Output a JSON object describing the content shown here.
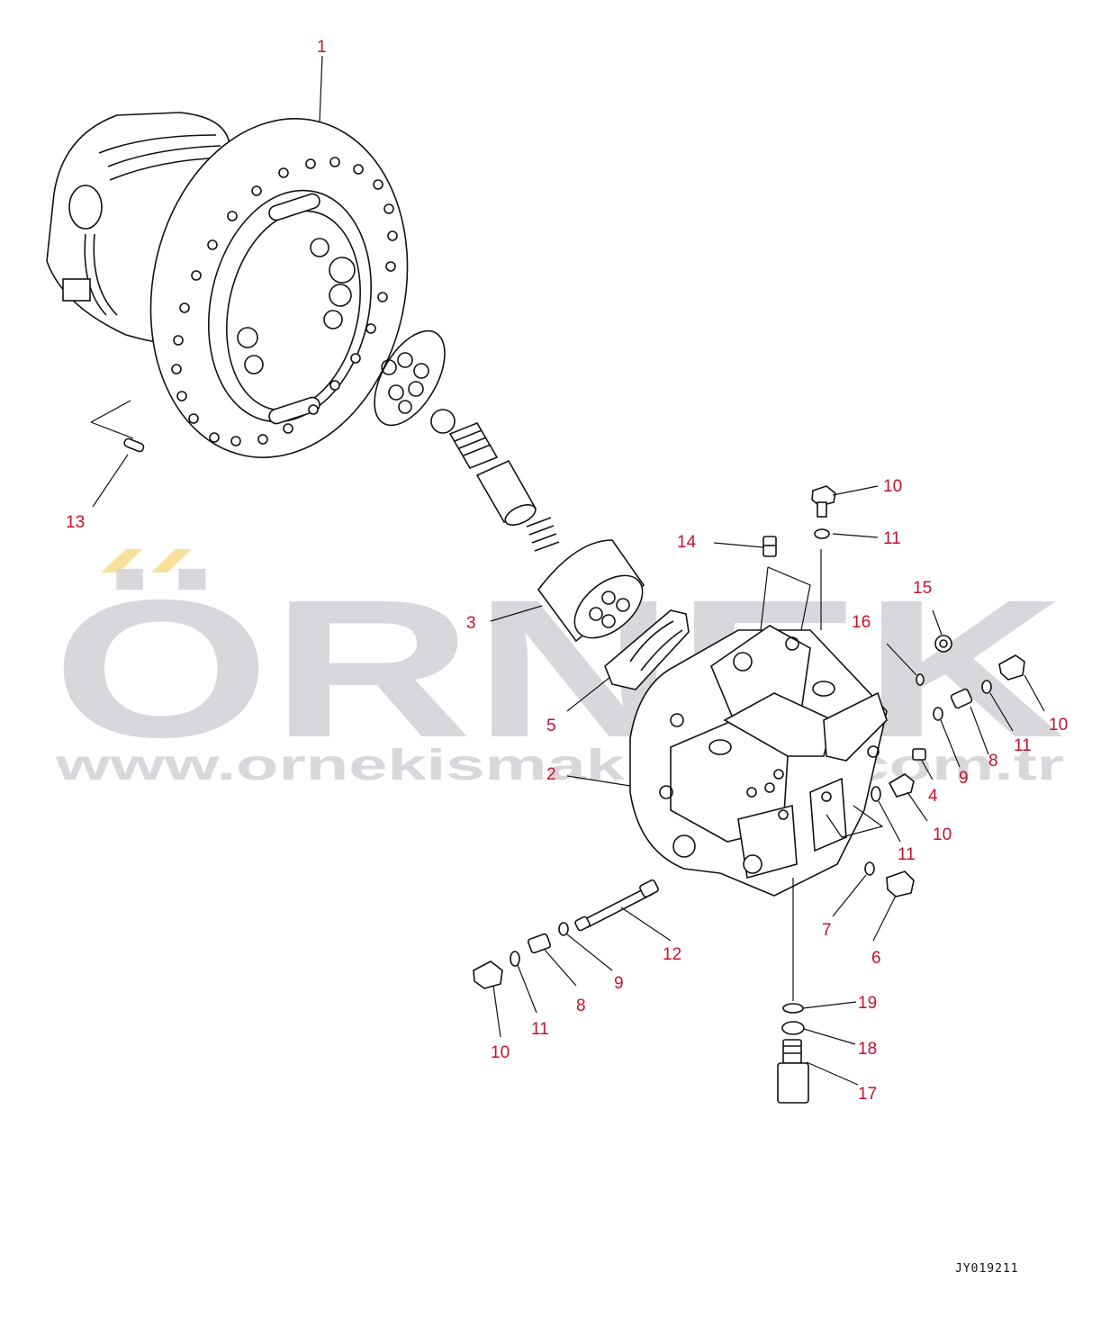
{
  "watermark": {
    "brand": "ÖRNEK",
    "url": "www.ornekismakinalari.com.tr",
    "color": "#d9d6dc",
    "accent": "#f7e19a"
  },
  "drawing_id": "JY019211",
  "callouts": [
    {
      "id": "c1",
      "label": "1"
    },
    {
      "id": "c2",
      "label": "2"
    },
    {
      "id": "c3",
      "label": "3"
    },
    {
      "id": "c4",
      "label": "4"
    },
    {
      "id": "c5",
      "label": "5"
    },
    {
      "id": "c6",
      "label": "6"
    },
    {
      "id": "c7",
      "label": "7"
    },
    {
      "id": "c8a",
      "label": "8"
    },
    {
      "id": "c8b",
      "label": "8"
    },
    {
      "id": "c9a",
      "label": "9"
    },
    {
      "id": "c9b",
      "label": "9"
    },
    {
      "id": "c10a",
      "label": "10"
    },
    {
      "id": "c10b",
      "label": "10"
    },
    {
      "id": "c10c",
      "label": "10"
    },
    {
      "id": "c10d",
      "label": "10"
    },
    {
      "id": "c11a",
      "label": "11"
    },
    {
      "id": "c11b",
      "label": "11"
    },
    {
      "id": "c11c",
      "label": "11"
    },
    {
      "id": "c11d",
      "label": "11"
    },
    {
      "id": "c12",
      "label": "12"
    },
    {
      "id": "c13",
      "label": "13"
    },
    {
      "id": "c14",
      "label": "14"
    },
    {
      "id": "c15",
      "label": "15"
    },
    {
      "id": "c16",
      "label": "16"
    },
    {
      "id": "c17",
      "label": "17"
    },
    {
      "id": "c18",
      "label": "18"
    },
    {
      "id": "c19",
      "label": "19"
    }
  ]
}
